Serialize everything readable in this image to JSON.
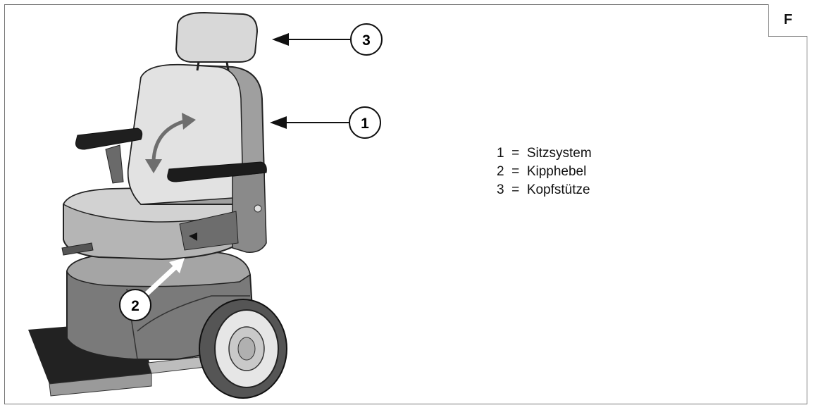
{
  "figure_letter": "F",
  "callouts": [
    {
      "number": "1"
    },
    {
      "number": "2"
    },
    {
      "number": "3"
    }
  ],
  "legend": [
    {
      "number": "1",
      "separator": "=",
      "label": "Sitzsystem"
    },
    {
      "number": "2",
      "separator": "=",
      "label": "Kipphebel"
    },
    {
      "number": "3",
      "separator": "=",
      "label": "Kopfstütze"
    }
  ]
}
